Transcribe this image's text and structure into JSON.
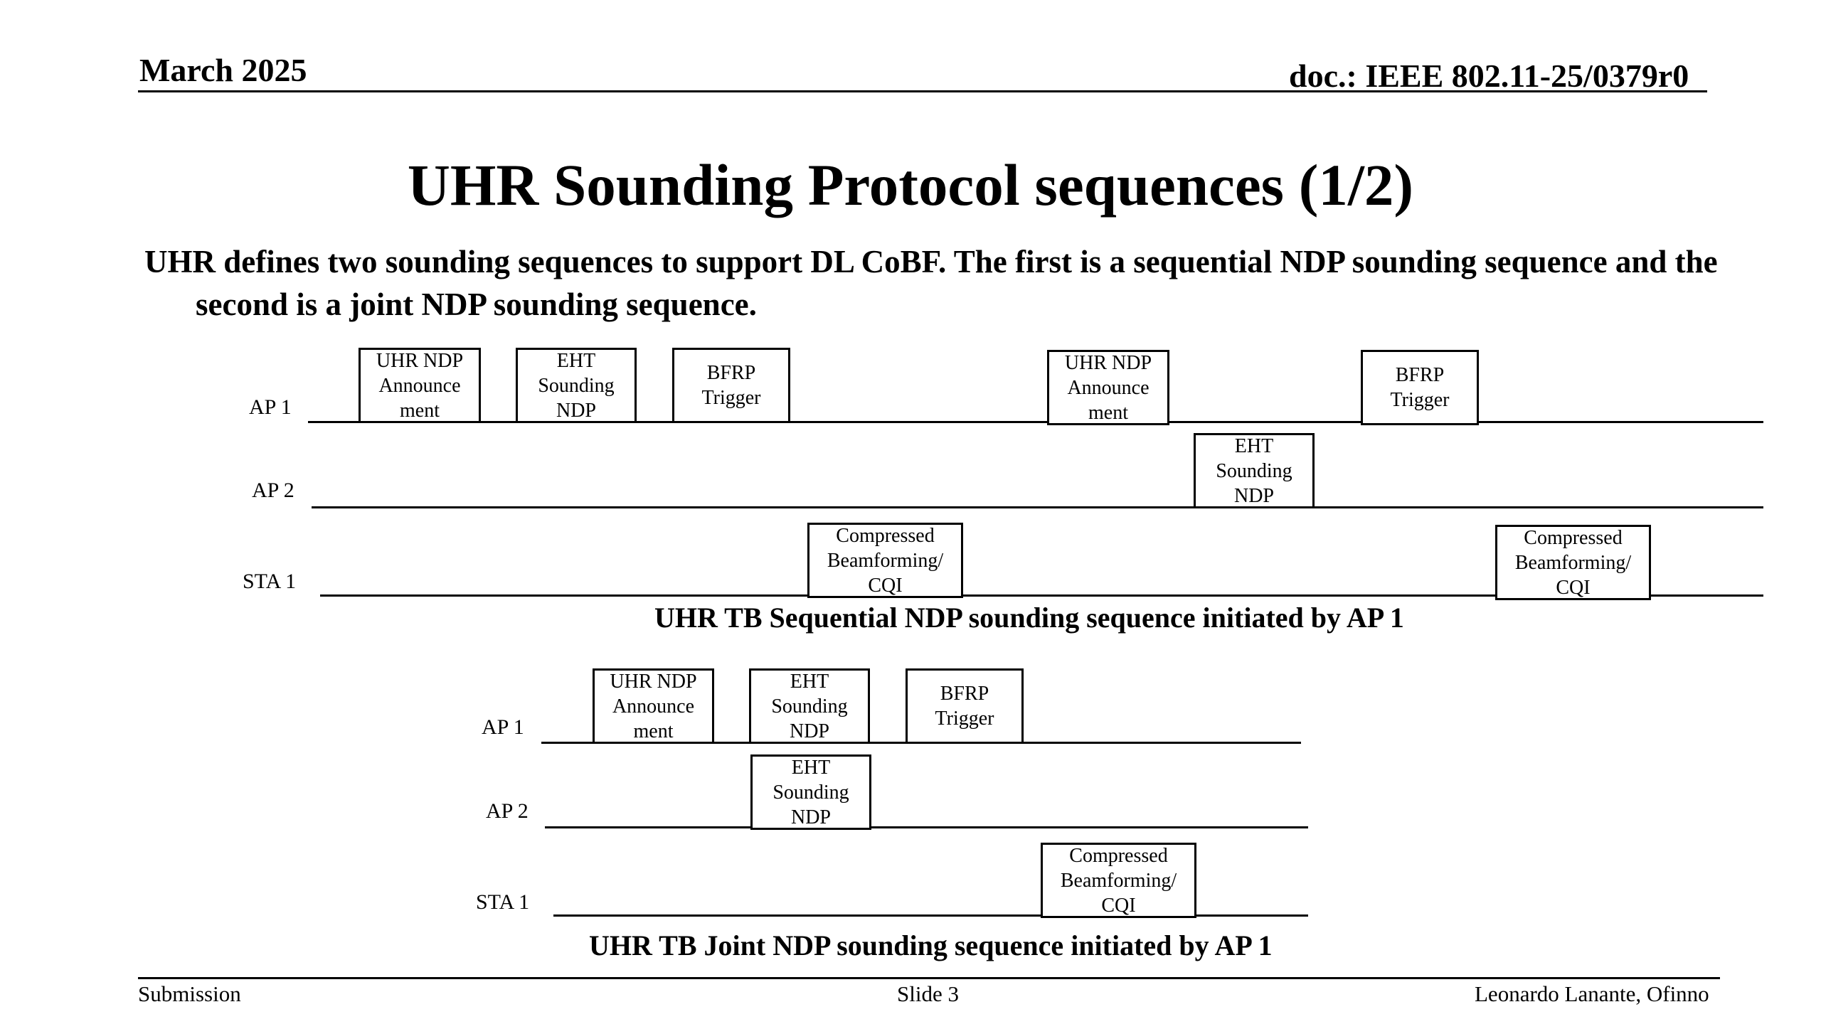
{
  "header": {
    "date": "March 2025",
    "doc_id": "doc.: IEEE 802.11-25/0379r0"
  },
  "slide": {
    "title": "UHR Sounding Protocol sequences (1/2)",
    "intro": "UHR defines two sounding sequences to support DL CoBF. The first is a sequential NDP sounding sequence and the second is a joint NDP sounding sequence."
  },
  "diagram_sequential": {
    "labels": {
      "ap1": "AP 1",
      "ap2": "AP 2",
      "sta1": "STA 1"
    },
    "ap1_frames": [
      "UHR NDP\nAnnounce\nment",
      "EHT\nSounding\nNDP",
      "BFRP\nTrigger",
      "UHR NDP\nAnnounce\nment",
      "BFRP\nTrigger"
    ],
    "ap2_frames": [
      "EHT\nSounding\nNDP"
    ],
    "sta1_frames": [
      "Compressed\nBeamforming/\nCQI",
      "Compressed\nBeamforming/\nCQI"
    ],
    "caption": "UHR TB Sequential NDP sounding sequence initiated by AP 1"
  },
  "diagram_joint": {
    "labels": {
      "ap1": "AP 1",
      "ap2": "AP 2",
      "sta1": "STA 1"
    },
    "ap1_frames": [
      "UHR NDP\nAnnounce\nment",
      "EHT\nSounding\nNDP",
      "BFRP\nTrigger"
    ],
    "ap2_frames": [
      "EHT\nSounding\nNDP"
    ],
    "sta1_frames": [
      "Compressed\nBeamforming/\nCQI"
    ],
    "caption": "UHR TB Joint NDP sounding sequence initiated by AP 1"
  },
  "footer": {
    "left": "Submission",
    "center": "Slide 3",
    "right": "Leonardo Lanante, Ofinno"
  }
}
